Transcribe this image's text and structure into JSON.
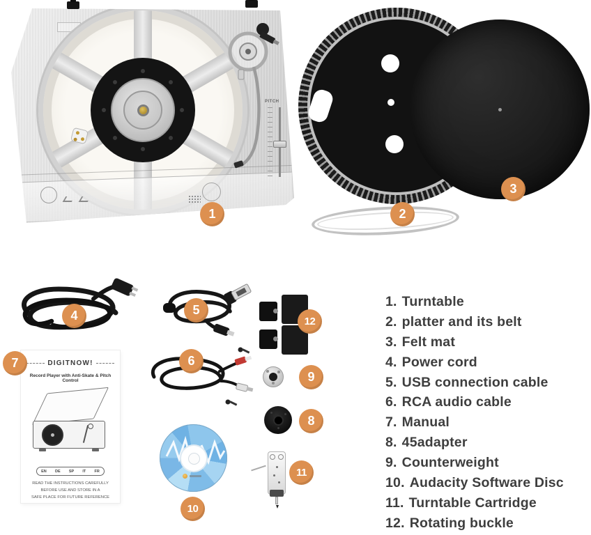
{
  "colors": {
    "accent": "#dd9050",
    "list_text": "#3e3e3e"
  },
  "badges": [
    "1",
    "2",
    "3",
    "4",
    "5",
    "6",
    "7",
    "8",
    "9",
    "10",
    "11",
    "12"
  ],
  "parts_list": [
    {
      "num": "1.",
      "label": "Turntable"
    },
    {
      "num": "2.",
      "label": "platter and its belt"
    },
    {
      "num": "3.",
      "label": "Felt mat"
    },
    {
      "num": "4.",
      "label": "Power cord"
    },
    {
      "num": "5.",
      "label": "USB connection cable"
    },
    {
      "num": "6.",
      "label": "RCA audio cable"
    },
    {
      "num": "7.",
      "label": "Manual"
    },
    {
      "num": "8.",
      "label": "45adapter"
    },
    {
      "num": "9.",
      "label": "Counterweight"
    },
    {
      "num": "10.",
      "label": "Audacity Software Disc"
    },
    {
      "num": "11.",
      "label": "Turntable Cartridge"
    },
    {
      "num": "12.",
      "label": "Rotating buckle"
    }
  ],
  "turntable": {
    "pitch_label": "PITCH"
  },
  "manual": {
    "brand": "DIGITNOW!",
    "subtitle": "Record Player with Anti-Skate & Pitch Control",
    "languages": [
      "EN",
      "DE",
      "SP",
      "IT",
      "FR"
    ],
    "note_line1": "READ THE INSTRUCTIONS CAREFULLY BEFORE USE AND STORE IN A",
    "note_line2": "SAFE PLACE FOR FUTURE REFERENCE"
  }
}
